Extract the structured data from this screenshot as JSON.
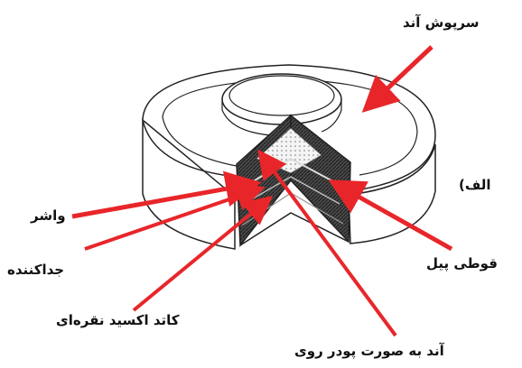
{
  "figure_label": "الف)",
  "labels": {
    "anode_cap": "سرپوش آند",
    "gasket": "واشر",
    "separator": "جداکننده",
    "silver_oxide_cathode": "کاتد اکسید نقره‌ای",
    "zinc_powder_anode": "آند به صورت پودر روی",
    "cell_can": "قوطی پیل"
  },
  "colors": {
    "arrow": "#e8262a",
    "outline": "#222222",
    "shading": "#3a3a3a"
  }
}
